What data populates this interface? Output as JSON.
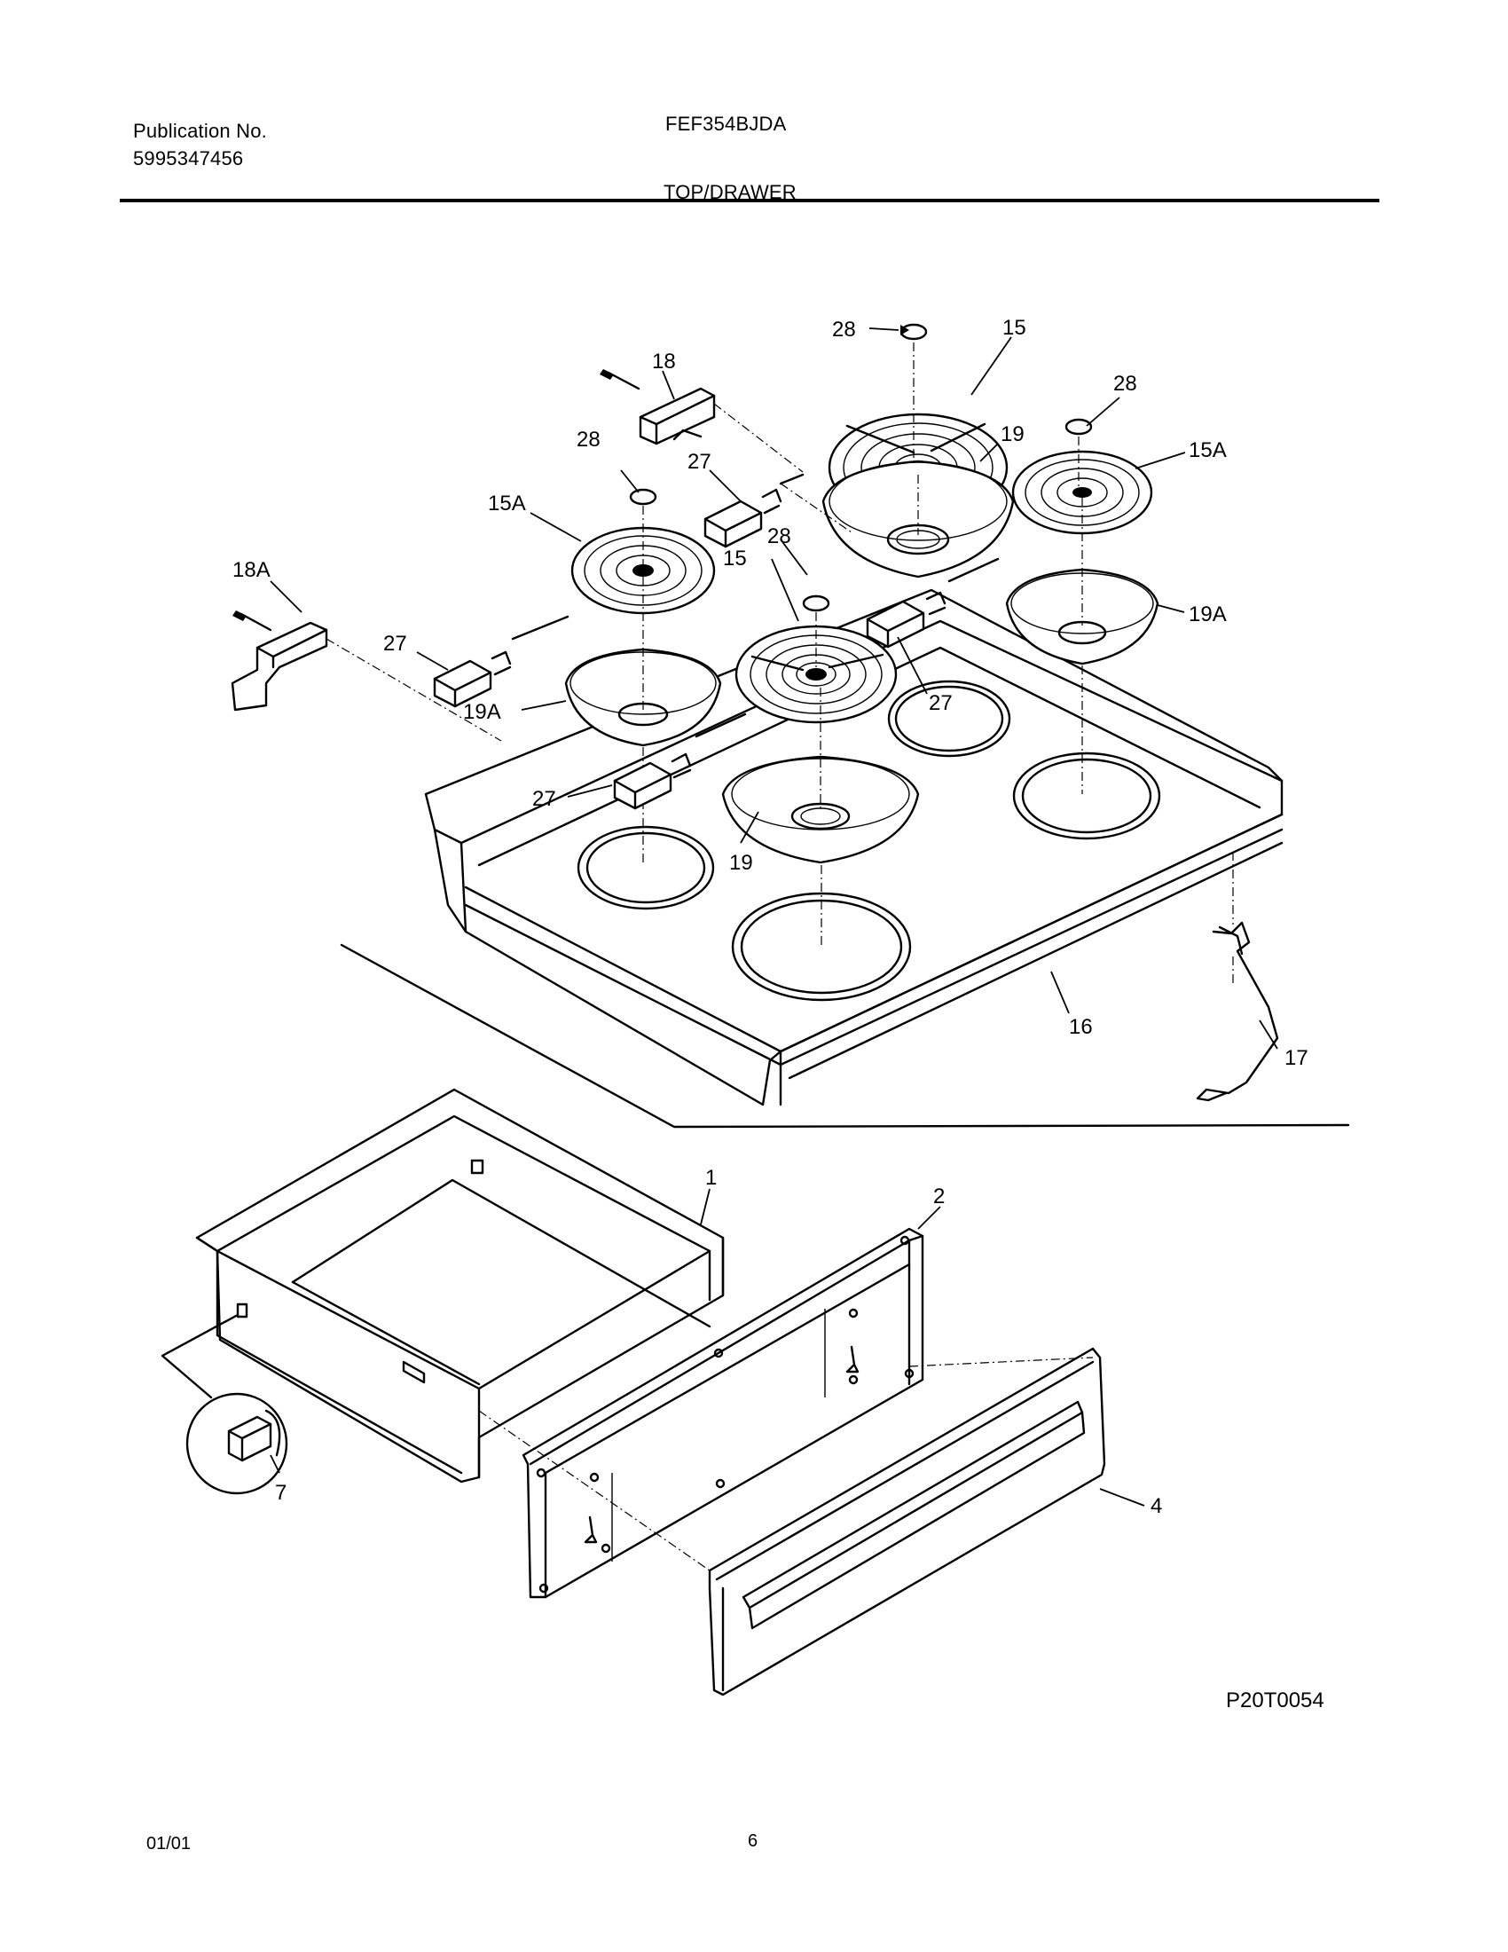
{
  "header": {
    "publication_label": "Publication No.",
    "publication_number": "5995347456",
    "model": "FEF354BJDA",
    "section_title": "TOP/DRAWER"
  },
  "footer": {
    "date": "01/01",
    "page_number": "6",
    "drawing_code": "P20T0054"
  },
  "callouts": {
    "c1": "1",
    "c2": "2",
    "c4": "4",
    "c7": "7",
    "c15_back": "15",
    "c15_front": "15",
    "c15A_right": "15A",
    "c15A_left": "15A",
    "c16": "16",
    "c17": "17",
    "c18": "18",
    "c18A": "18A",
    "c19_back": "19",
    "c19_front": "19",
    "c19A_right": "19A",
    "c19A_left": "19A",
    "c27_a": "27",
    "c27_b": "27",
    "c27_c": "27",
    "c27_d": "27",
    "c28_a": "28",
    "c28_b": "28",
    "c28_c": "28",
    "c28_d": "28"
  }
}
